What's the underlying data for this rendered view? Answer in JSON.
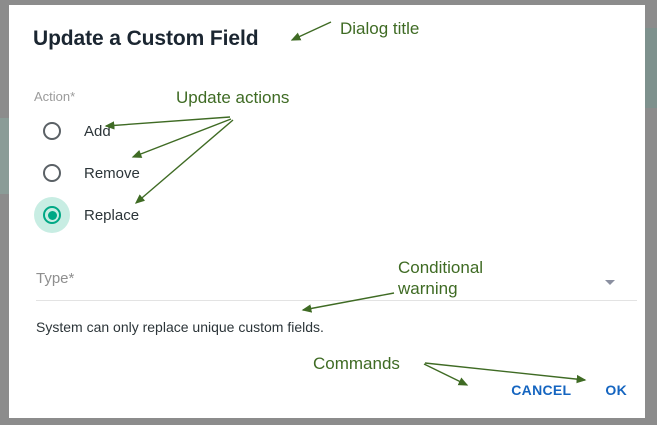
{
  "dialog": {
    "title": "Update a Custom Field",
    "action_label": "Action*",
    "radio_options": [
      {
        "label": "Add",
        "selected": false
      },
      {
        "label": "Remove",
        "selected": false
      },
      {
        "label": "Replace",
        "selected": true
      }
    ],
    "type_field": {
      "placeholder": "Type*",
      "value": "",
      "caret_icon": "chevron-down-icon"
    },
    "warning_text": "System can only replace unique custom fields.",
    "buttons": {
      "cancel": "CANCEL",
      "ok": "OK"
    }
  },
  "annotations": [
    {
      "id": "dialog-title",
      "text": "Dialog title"
    },
    {
      "id": "update-actions",
      "text": "Update actions"
    },
    {
      "id": "conditional-warning",
      "text": "Conditional\nwarning"
    },
    {
      "id": "commands",
      "text": "Commands"
    }
  ],
  "colors": {
    "annotation_green": "#3f6b24",
    "radio_selected_teal": "#00a885",
    "radio_halo": "#c8ede3",
    "command_blue": "#1565c0",
    "page_background_gray": "#8c8c8c",
    "label_gray": "#9b9b9b"
  }
}
